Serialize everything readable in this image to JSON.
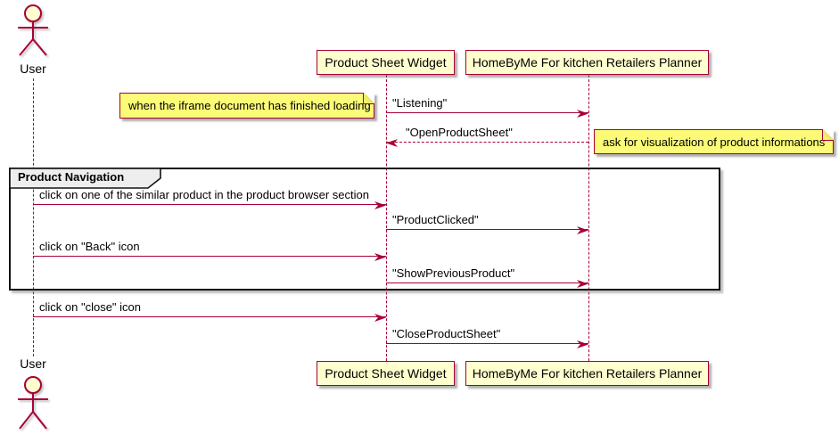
{
  "diagram": {
    "type": "plantuml-sequence",
    "actors": [
      {
        "name": "User"
      }
    ],
    "participants": [
      {
        "label": "Product Sheet Widget"
      },
      {
        "label": "HomeByMe For kitchen Retailers Planner"
      }
    ],
    "frame": {
      "title": "Product Navigation"
    },
    "notes": [
      {
        "text": "when the iframe document has finished loading",
        "position": "left of Product Sheet Widget"
      },
      {
        "text": "ask for visualization of product informations",
        "position": "right of HomeByMe For kitchen Retailers Planner"
      }
    ],
    "messages": [
      {
        "label": "\"Listening\"",
        "from": "Product Sheet Widget",
        "to": "HomeByMe For kitchen Retailers Planner",
        "line": "solid"
      },
      {
        "label": "\"OpenProductSheet\"",
        "from": "HomeByMe For kitchen Retailers Planner",
        "to": "Product Sheet Widget",
        "line": "dashed"
      },
      {
        "label": "click on one of the similar product in the product browser section",
        "from": "User",
        "to": "Product Sheet Widget",
        "line": "solid",
        "in_frame": true
      },
      {
        "label": "\"ProductClicked\"",
        "from": "Product Sheet Widget",
        "to": "HomeByMe For kitchen Retailers Planner",
        "line": "solid",
        "in_frame": true
      },
      {
        "label": "click on \"Back\" icon",
        "from": "User",
        "to": "Product Sheet Widget",
        "line": "solid",
        "in_frame": true
      },
      {
        "label": "\"ShowPreviousProduct\"",
        "from": "Product Sheet Widget",
        "to": "HomeByMe For kitchen Retailers Planner",
        "line": "solid",
        "in_frame": true
      },
      {
        "label": "click on \"close\" icon",
        "from": "User",
        "to": "Product Sheet Widget",
        "line": "solid"
      },
      {
        "label": "\"CloseProductSheet\"",
        "from": "Product Sheet Widget",
        "to": "HomeByMe For kitchen Retailers Planner",
        "line": "solid"
      }
    ],
    "colors": {
      "line": "#A80036",
      "participant_fill": "#FEFECE",
      "note_fill": "#FBFB77",
      "frame_border": "#131313",
      "frame_title_fill": "#EEEEEE",
      "background": "#FFFFFF"
    }
  }
}
